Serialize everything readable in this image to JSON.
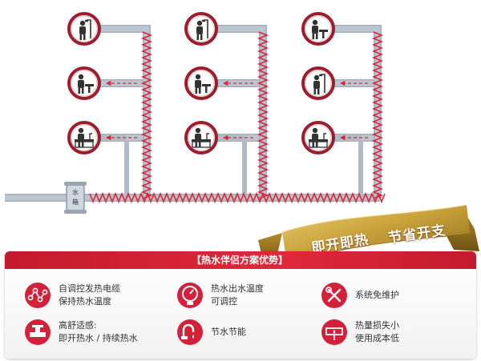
{
  "tank_label": "水箱",
  "banner": {
    "slogan_1": "即开即热",
    "slogan_2": "节省开支",
    "gold": "#caa23a",
    "red": "#b3122a"
  },
  "panel": {
    "title": "【热水伴侣方案优势】",
    "accent": "#d4213a",
    "features": [
      {
        "icon": "molecule-icon",
        "lines": [
          "自调控发热电缆",
          "保持热水温度"
        ]
      },
      {
        "icon": "thermometer-gauge-icon",
        "lines": [
          "热水出水温度",
          "可调控"
        ]
      },
      {
        "icon": "tools-icon",
        "lines": [
          "系统免维护"
        ]
      },
      {
        "icon": "valve-icon",
        "lines": [
          "高舒适感:",
          "即开热水 / 持续热水"
        ]
      },
      {
        "icon": "faucet-icon",
        "lines": [
          "节水节能"
        ]
      },
      {
        "icon": "heat-loss-icon",
        "lines": [
          "热量损失小",
          "使用成本低"
        ]
      }
    ]
  },
  "fixtures": [
    {
      "icon": "shower-icon"
    },
    {
      "icon": "shower-icon"
    },
    {
      "icon": "wash-basin-icon"
    },
    {
      "icon": "wash-basin-icon"
    },
    {
      "icon": "wash-basin-icon"
    },
    {
      "icon": "shower-icon"
    },
    {
      "icon": "kitchen-sink-icon"
    },
    {
      "icon": "kitchen-sink-icon"
    },
    {
      "icon": "kitchen-sink-icon"
    }
  ],
  "colors": {
    "pipe": "#b9c3cd",
    "pipe_edge": "#a4afba",
    "heating_cable": "#d9283a",
    "fixture_ring": "#9e1c2e",
    "icon_dark": "#333333"
  }
}
